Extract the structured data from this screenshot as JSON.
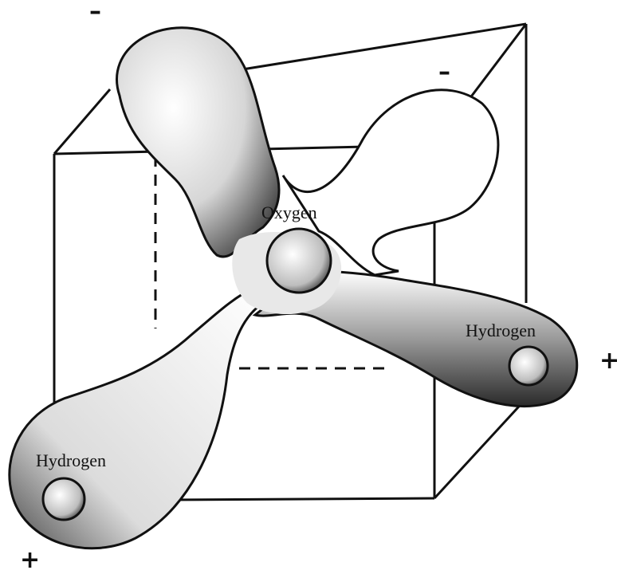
{
  "labels": {
    "oxygen": "Oxygen",
    "hydrogen_right": "Hydrogen",
    "hydrogen_left": "Hydrogen",
    "charge_top_left": "–",
    "charge_top_right": "–",
    "charge_right": "+",
    "charge_bottom_left": "+"
  },
  "colors": {
    "ink": "#111111",
    "shade": "#4a4a4a",
    "paper": "#ffffff"
  }
}
